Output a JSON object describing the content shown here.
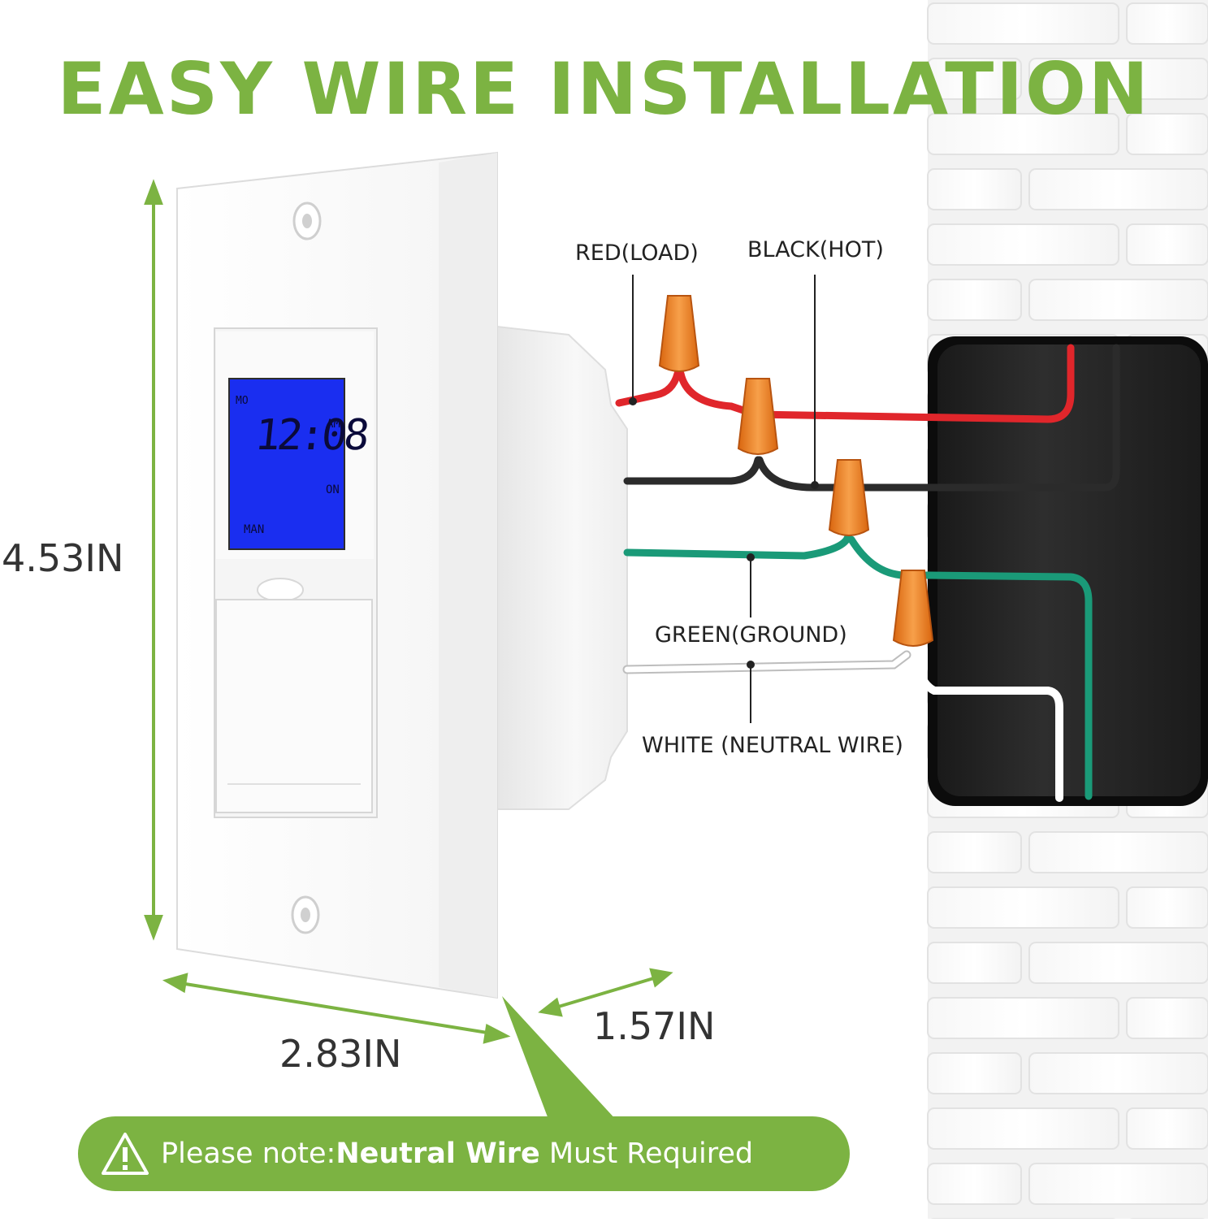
{
  "title": "EASY WIRE INSTALLATION",
  "dimensions": {
    "height": "4.53IN",
    "width": "2.83IN",
    "depth": "1.57IN"
  },
  "wires": {
    "red": "RED(LOAD)",
    "black": "BLACK(HOT)",
    "green": "GREEN(GROUND)",
    "white": "WHITE (NEUTRAL WIRE)"
  },
  "lcd": {
    "day": "MO",
    "time": "12:08",
    "ampm": "AM",
    "state": "ON",
    "mode": "MAN"
  },
  "note": {
    "prefix": "Please note:",
    "bold": "Neutral Wire",
    "suffix": " Must Required"
  },
  "colors": {
    "accent_green": "#7cb342",
    "lcd_blue": "#1a2ef0",
    "wire_red": "#e0262b",
    "wire_black": "#2b2b2b",
    "wire_green": "#1a9a78",
    "connector_orange": "#f08a24"
  },
  "icons": [
    "warning-triangle-icon"
  ]
}
